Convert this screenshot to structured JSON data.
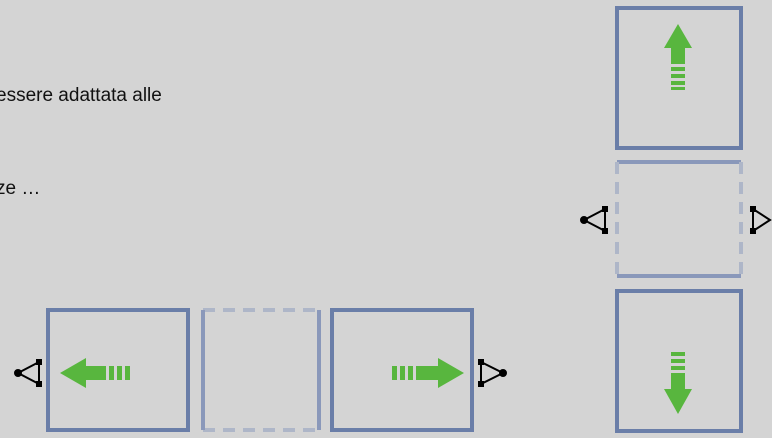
{
  "caption": {
    "line1": "essere adattata alle",
    "line2": "ze …"
  },
  "colors": {
    "background": "#d4d4d4",
    "frame": "#6a7ea8",
    "frame_ghost": "#aeb6c8",
    "arrow": "#58b63e",
    "connector": "#000000"
  },
  "panels": [
    {
      "name": "panel-left",
      "arrow": "left"
    },
    {
      "name": "panel-middle-ghost",
      "arrow": "none"
    },
    {
      "name": "panel-right",
      "arrow": "right"
    },
    {
      "name": "panel-top",
      "arrow": "up"
    },
    {
      "name": "panel-vertical-ghost",
      "arrow": "none"
    },
    {
      "name": "panel-bottom",
      "arrow": "down"
    }
  ],
  "icons": [
    "triangle-connector-icon",
    "arrow-left-icon",
    "arrow-right-icon",
    "arrow-up-icon",
    "arrow-down-icon"
  ]
}
